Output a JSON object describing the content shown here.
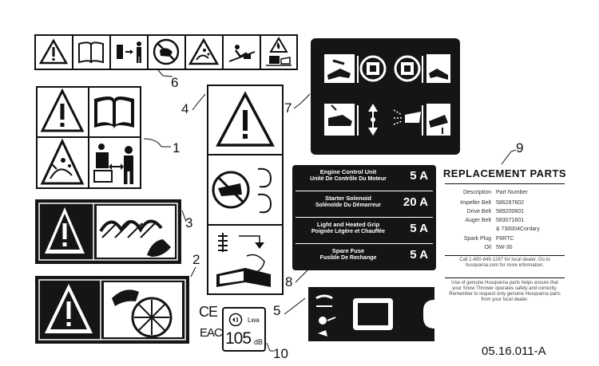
{
  "callouts": {
    "c1": "1",
    "c2": "2",
    "c3": "3",
    "c4": "4",
    "c5": "5",
    "c6": "6",
    "c7": "7",
    "c8": "8",
    "c9": "9",
    "c10": "10"
  },
  "fuses": [
    {
      "en": "Engine Control Unit",
      "fr": "Unité De Contrôle Du Moteur",
      "amp": "5 A"
    },
    {
      "en": "Starter Solenoid",
      "fr": "Solénoïde Du Démarreur",
      "amp": "20 A"
    },
    {
      "en": "Light and Heated Grip",
      "fr": "Poignée Légère et Chauffée",
      "amp": "5 A"
    },
    {
      "en": "Spare Fuse",
      "fr": "Fusible De Rechange",
      "amp": "5 A"
    }
  ],
  "replacement_parts": {
    "title": "REPLACEMENT PARTS",
    "col_desc": "Description",
    "col_part": "Part Number",
    "rows": [
      {
        "desc": "Impeller Belt",
        "part": "586267602"
      },
      {
        "desc": "Drive Belt",
        "part": "589200601"
      },
      {
        "desc": "Auger Belt",
        "part": "583071601"
      },
      {
        "desc": "",
        "part": "& 730004Cordary"
      },
      {
        "desc": "Spark Plug",
        "part": "F6RTC"
      },
      {
        "desc": "Oil",
        "part": "5W-30"
      }
    ],
    "note1": "Call 1-800-849-1297 for local dealer. Go to husqvarna.com for more information.",
    "note2": "Use of genuine Husqvarna parts helps ensure that your Snow Thrower operates safely and correctly. Remember to request only genuine Husqvarna parts from your local dealer."
  },
  "noise_label": {
    "ce": "CE",
    "eac": "EAC",
    "lwa": "Lwa",
    "value": "105",
    "unit": "dB"
  },
  "figure_code": "05.16.011-A"
}
